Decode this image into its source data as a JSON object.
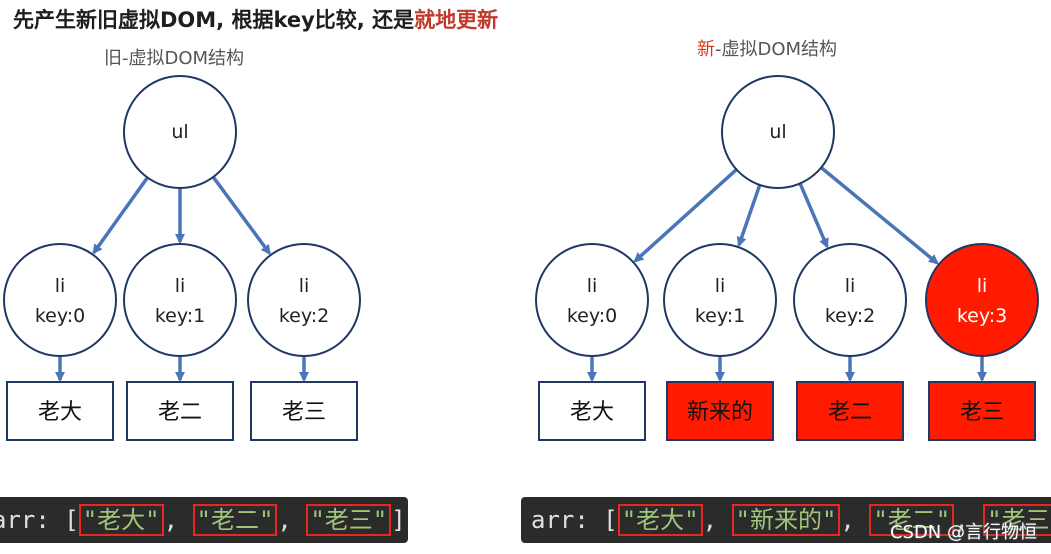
{
  "heading": {
    "prefix": "：先产生新旧虚拟DOM, 根据key比较, 还是",
    "highlight": "就地更新"
  },
  "old_tree": {
    "title": "旧-虚拟DOM结构",
    "root": "ul",
    "items": [
      {
        "li": "li",
        "key": "key:0",
        "text": "老大",
        "changed": false
      },
      {
        "li": "li",
        "key": "key:1",
        "text": "老二",
        "changed": false
      },
      {
        "li": "li",
        "key": "key:2",
        "text": "老三",
        "changed": false
      }
    ]
  },
  "new_tree": {
    "title_mark": "新",
    "title_rest": "-虚拟DOM结构",
    "root": "ul",
    "items": [
      {
        "li": "li",
        "key": "key:0",
        "text": "老大",
        "changed": false,
        "node_red": false
      },
      {
        "li": "li",
        "key": "key:1",
        "text": "新来的",
        "changed": true,
        "node_red": false
      },
      {
        "li": "li",
        "key": "key:2",
        "text": "老二",
        "changed": true,
        "node_red": false
      },
      {
        "li": "li",
        "key": "key:3",
        "text": "老三",
        "changed": true,
        "node_red": true
      }
    ]
  },
  "code_left": {
    "prefix": "arr: [",
    "strings": [
      "\"老大\"",
      "\"老二\"",
      "\"老三\""
    ],
    "suffix": "]"
  },
  "code_right": {
    "prefix": "arr: [",
    "strings": [
      "\"老大\"",
      "\"新来的\"",
      "\"老二\"",
      "\"老三\""
    ],
    "suffix": "]"
  },
  "watermark": "CSDN @言行物恒",
  "colors": {
    "stroke": "#1f3864",
    "arrow": "#4a76b8",
    "highlight_red": "#ff1a00",
    "box_border": "#1f3864"
  }
}
